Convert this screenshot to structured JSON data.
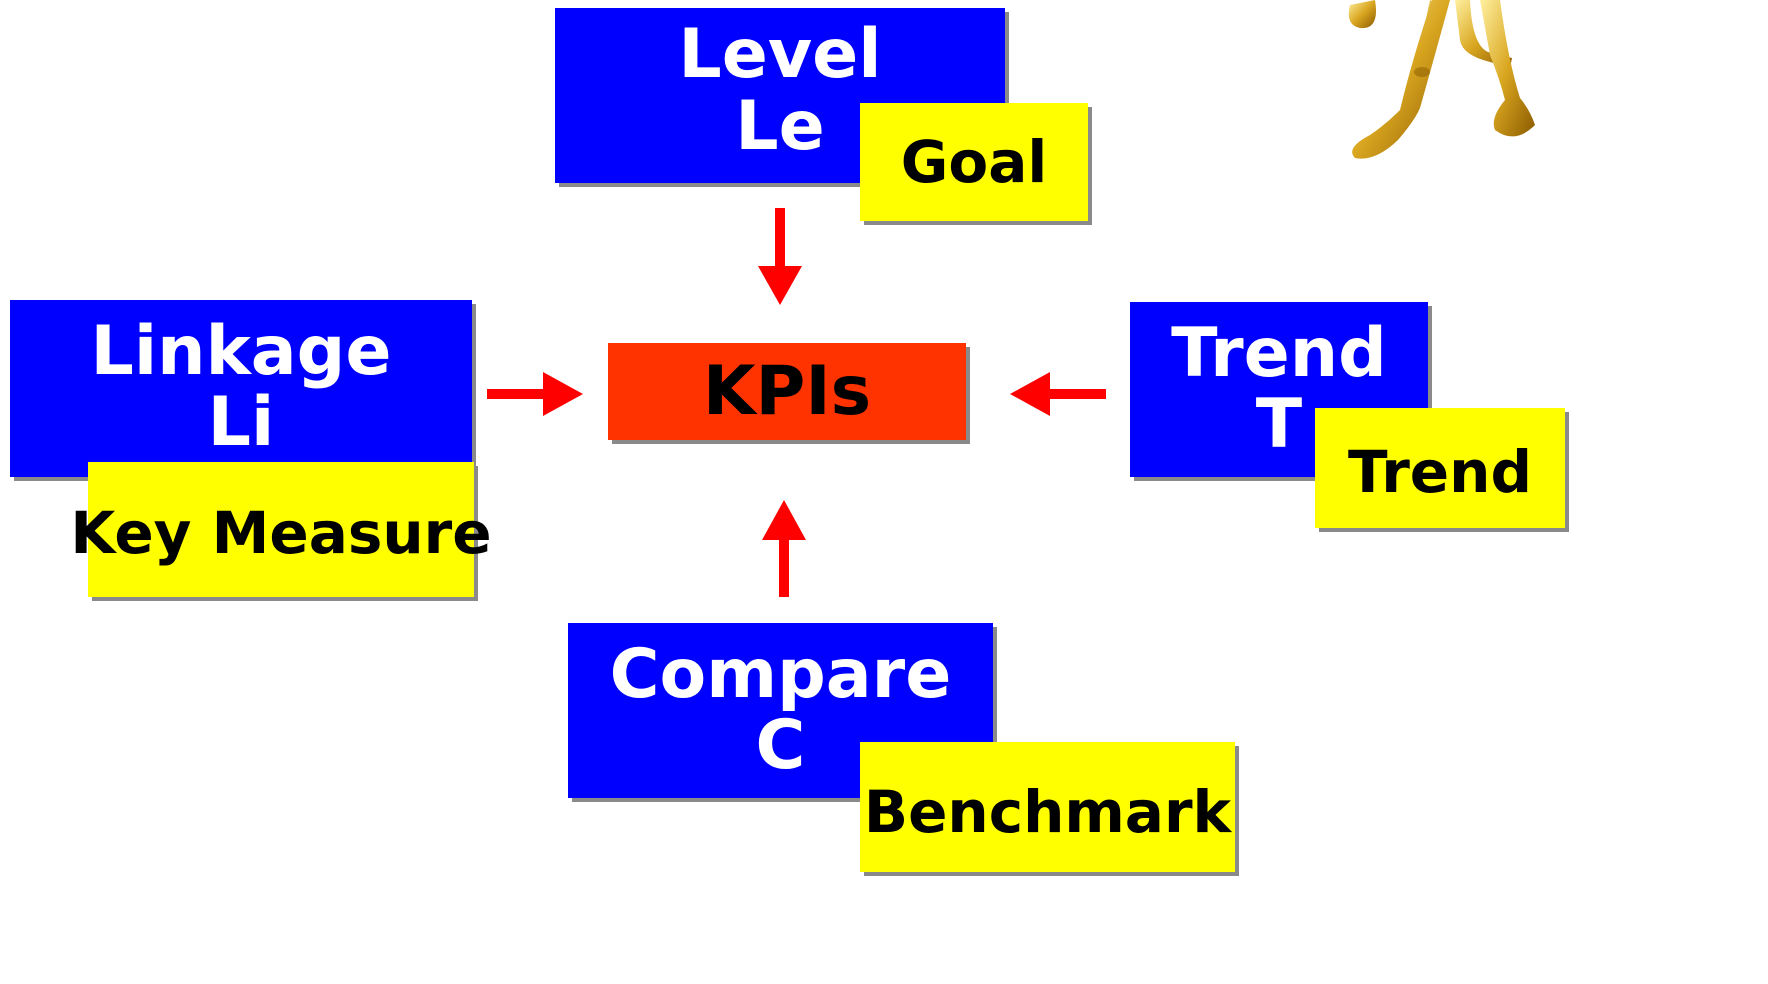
{
  "diagram": {
    "center": {
      "label": "KPIs"
    },
    "nodes": {
      "level": {
        "title": "Level",
        "abbr": "Le",
        "tag": "Goal"
      },
      "linkage": {
        "title": "Linkage",
        "abbr": "Li",
        "tag": "Key Measure"
      },
      "trend": {
        "title": "Trend",
        "abbr": "T",
        "tag": "Trend"
      },
      "compare": {
        "title": "Compare",
        "abbr": "C",
        "tag": "Benchmark"
      }
    },
    "illustration": "gold-figure",
    "colors": {
      "node_fill": "#0000ff",
      "tag_fill": "#ffff00",
      "center_fill": "#ff3300",
      "arrow": "#ff0000"
    }
  }
}
